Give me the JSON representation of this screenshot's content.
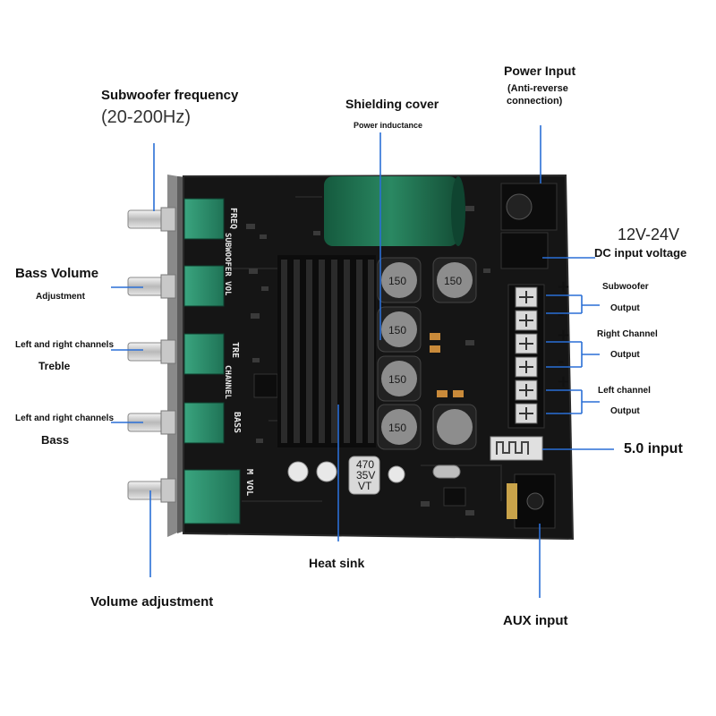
{
  "labels": {
    "subwoofer_frequency": "Subwoofer frequency",
    "frequency_range": "(20-200Hz)",
    "bass_volume": "Bass Volume",
    "bass_volume_sub": "Adjustment",
    "treble_sub": "Left and right channels",
    "treble": "Treble",
    "bass_sub": "Left and right channels",
    "bass": "Bass",
    "volume_adjustment": "Volume adjustment",
    "shielding_cover": "Shielding cover",
    "power_inductance": "Power inductance",
    "power_input": "Power Input",
    "anti_reverse_1": "(Anti-reverse",
    "anti_reverse_2": "connection)",
    "voltage": "12V-24V",
    "dc_input": "DC input voltage",
    "subwoofer": "Subwoofer",
    "subwoofer_output": "Output",
    "right_channel": "Right Channel",
    "right_output": "Output",
    "left_channel": "Left channel",
    "left_output": "Output",
    "bt_input": "5.0 input",
    "heat_sink": "Heat sink",
    "aux_input": "AUX input"
  },
  "board_text": {
    "freq": "FREQ",
    "subwoofer_vol": "SUBWOOFER VOL",
    "tre": "TRE",
    "channel": "CHANNEL",
    "bass": "BASS",
    "m_vol": "M VOL",
    "inductor": "150",
    "cap_1": "470",
    "cap_2": "35V",
    "cap_3": "VT"
  },
  "terminal_signs": [
    "+",
    "-",
    "+",
    "-",
    "+",
    "-"
  ],
  "colors": {
    "pointer": "#2a6fd6",
    "board": "#141414",
    "pot": "#2e8f6d",
    "capacitor": "#1f6b4c"
  }
}
